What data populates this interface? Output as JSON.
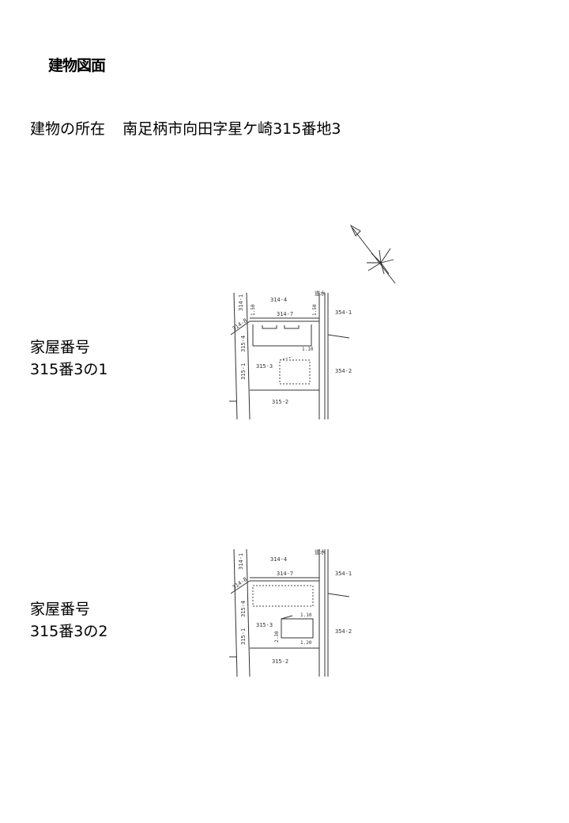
{
  "document": {
    "title": "建物図面",
    "location_label": "建物の所在",
    "location_value": "南足柄市向田字星ケ崎315番地3"
  },
  "buildings": [
    {
      "label": "家屋番号",
      "number": "315番3の1",
      "plan": {
        "lot_labels": {
          "n": "314-4",
          "nw": "314-1",
          "strip": "314-7",
          "nw_small": "314-8",
          "w_small": "315-4",
          "w": "315-1",
          "center": "315-3",
          "e_upper": "354-1",
          "e_lower": "354-2",
          "s": "315-2",
          "channel": "道水"
        },
        "dimensions": [
          "1.50",
          "1.50",
          "1.10"
        ]
      }
    },
    {
      "label": "家屋番号",
      "number": "315番3の2",
      "plan": {
        "lot_labels": {
          "n": "314-4",
          "nw": "314-1",
          "strip": "314-7",
          "nw_small": "314-8",
          "w_small": "315-4",
          "w": "315-1",
          "center": "315-3",
          "e_upper": "354-1",
          "e_lower": "354-2",
          "s": "315-2",
          "channel": "道水"
        },
        "dimensions": [
          "1.10",
          "2.30",
          "1.20"
        ]
      }
    }
  ],
  "icons": {
    "compass": "north-arrow-compass-icon"
  }
}
